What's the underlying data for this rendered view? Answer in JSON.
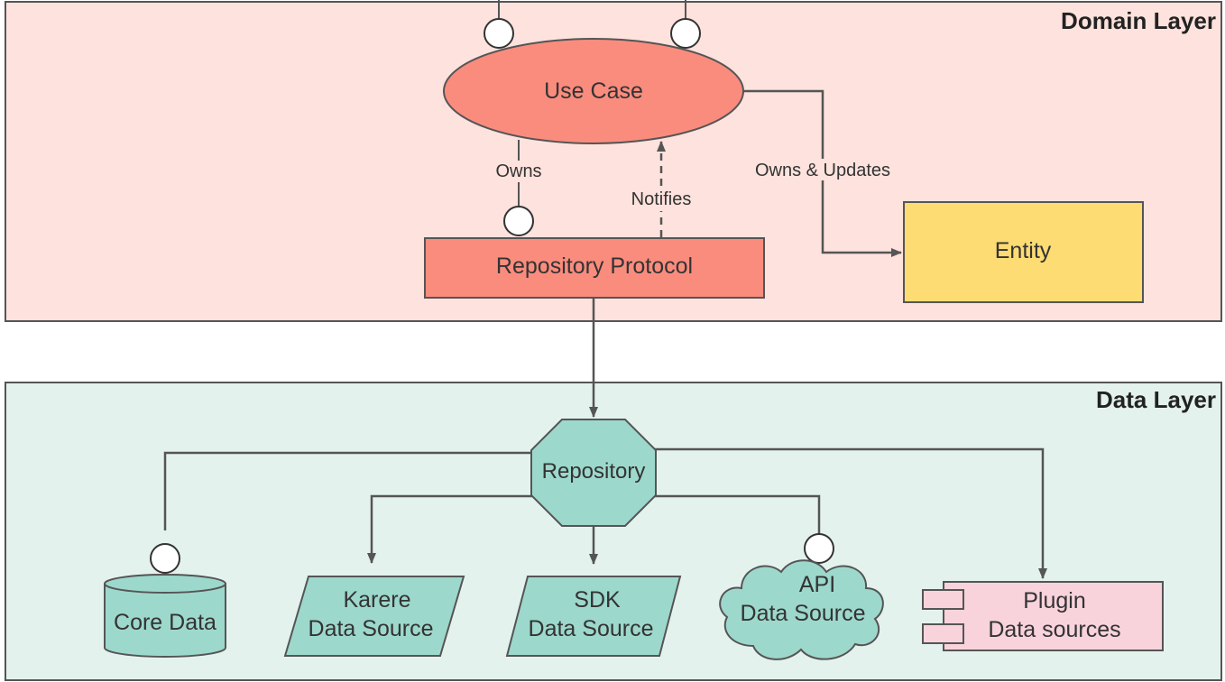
{
  "layers": {
    "domain": {
      "title": "Domain Layer",
      "fill": "#fde2dd"
    },
    "data": {
      "title": "Data Layer",
      "fill": "#e4f2ee"
    }
  },
  "nodes": {
    "use_case": "Use Case",
    "repository_protocol": "Repository Protocol",
    "entity": "Entity",
    "repository": "Repository",
    "core_data": "Core Data",
    "karere": [
      "Karere",
      "Data Source"
    ],
    "sdk": [
      "SDK",
      "Data Source"
    ],
    "api": [
      "API",
      "Data Source"
    ],
    "plugin": [
      "Plugin",
      "Data sources"
    ]
  },
  "edges": {
    "owns": "Owns",
    "notifies": "Notifies",
    "owns_updates": "Owns & Updates"
  },
  "colors": {
    "salmon": "#fa8c7e",
    "yellow": "#fcdc73",
    "teal": "#9dd8cc",
    "pink": "#f8d3dc",
    "stroke": "#555555"
  }
}
